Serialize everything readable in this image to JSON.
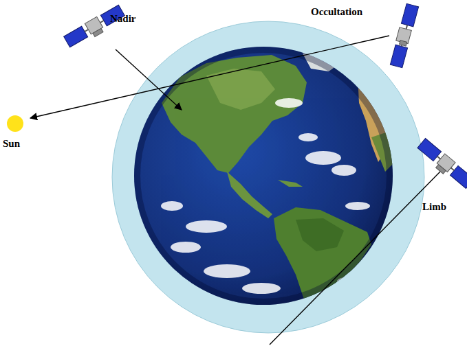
{
  "diagram": {
    "labels": [
      "Nadir",
      "Occultation",
      "Sun",
      "Limb"
    ]
  }
}
